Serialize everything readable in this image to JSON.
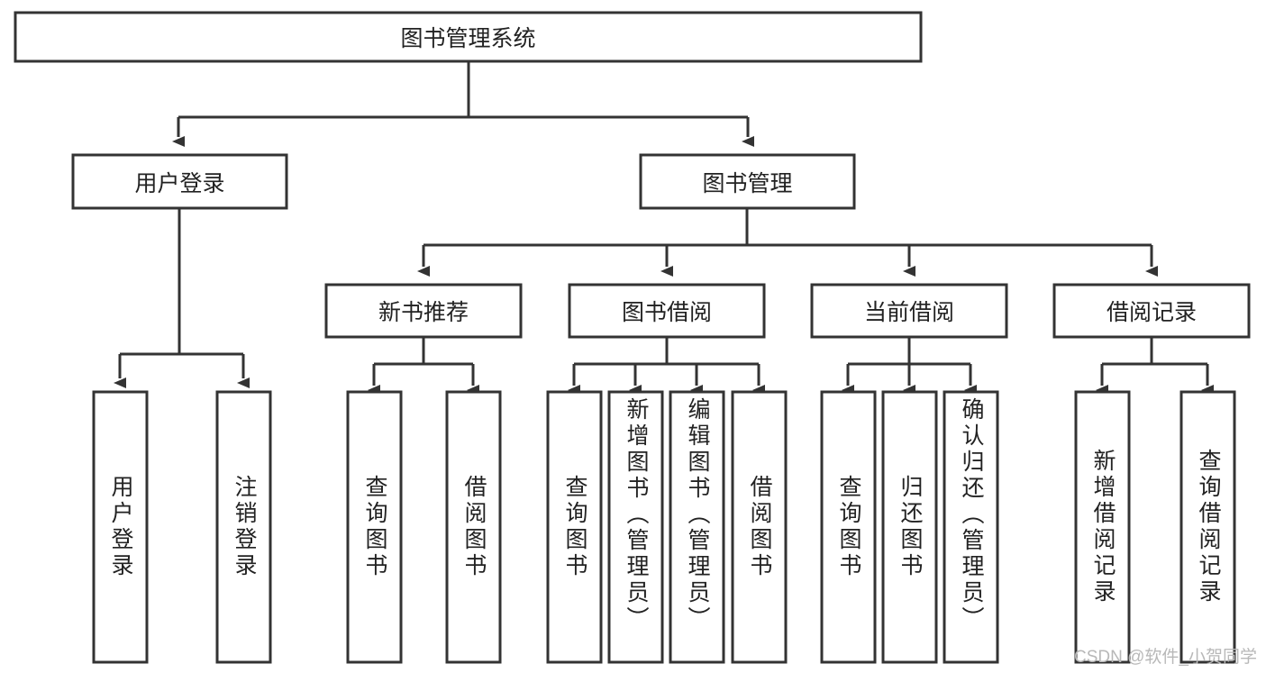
{
  "diagram": {
    "title": "图书管理系统",
    "type": "tree-hierarchy",
    "orientation": "top-down",
    "root": {
      "id": "root",
      "label": "图书管理系统",
      "orientation": "horizontal"
    },
    "level2": [
      {
        "id": "user-login",
        "label": "用户登录",
        "orientation": "horizontal"
      },
      {
        "id": "book-management",
        "label": "图书管理",
        "orientation": "horizontal"
      }
    ],
    "level3": [
      {
        "id": "new-book-recommend",
        "label": "新书推荐",
        "orientation": "horizontal",
        "parent": "book-management"
      },
      {
        "id": "book-borrow",
        "label": "图书借阅",
        "orientation": "horizontal",
        "parent": "book-management"
      },
      {
        "id": "current-borrow",
        "label": "当前借阅",
        "orientation": "horizontal",
        "parent": "book-management"
      },
      {
        "id": "borrow-record",
        "label": "借阅记录",
        "orientation": "horizontal",
        "parent": "book-management"
      }
    ],
    "leaves": [
      {
        "id": "leaf-user-login",
        "label": "用户登录",
        "parent": "user-login",
        "orientation": "vertical",
        "align": "center"
      },
      {
        "id": "leaf-user-logout",
        "label": "注销登录",
        "parent": "user-login",
        "orientation": "vertical",
        "align": "center"
      },
      {
        "id": "leaf-query-book-1",
        "label": "查询图书",
        "parent": "new-book-recommend",
        "orientation": "vertical",
        "align": "center"
      },
      {
        "id": "leaf-borrow-book-1",
        "label": "借阅图书",
        "parent": "new-book-recommend",
        "orientation": "vertical",
        "align": "center"
      },
      {
        "id": "leaf-query-book-2",
        "label": "查询图书",
        "parent": "book-borrow",
        "orientation": "vertical",
        "align": "center"
      },
      {
        "id": "leaf-add-book",
        "label": "新增图书（管理员）",
        "parent": "book-borrow",
        "orientation": "vertical",
        "align": "top"
      },
      {
        "id": "leaf-edit-book",
        "label": "编辑图书（管理员）",
        "parent": "book-borrow",
        "orientation": "vertical",
        "align": "top"
      },
      {
        "id": "leaf-borrow-book-2",
        "label": "借阅图书",
        "parent": "book-borrow",
        "orientation": "vertical",
        "align": "center"
      },
      {
        "id": "leaf-query-book-3",
        "label": "查询图书",
        "parent": "current-borrow",
        "orientation": "vertical",
        "align": "center"
      },
      {
        "id": "leaf-return-book",
        "label": "归还图书",
        "parent": "current-borrow",
        "orientation": "vertical",
        "align": "center"
      },
      {
        "id": "leaf-confirm-return",
        "label": "确认归还（管理员）",
        "parent": "current-borrow",
        "orientation": "vertical",
        "align": "top"
      },
      {
        "id": "leaf-add-borrow-record",
        "label": "新增借阅记录",
        "parent": "borrow-record",
        "orientation": "vertical",
        "align": "center"
      },
      {
        "id": "leaf-query-borrow-record",
        "label": "查询借阅记录",
        "parent": "borrow-record",
        "orientation": "vertical",
        "align": "center"
      }
    ]
  },
  "watermark": {
    "text": "CSDN @软件_小贺同学"
  },
  "colors": {
    "stroke": "#333333",
    "fill": "#ffffff",
    "text": "#222222",
    "watermark": "#b8b8b8"
  }
}
